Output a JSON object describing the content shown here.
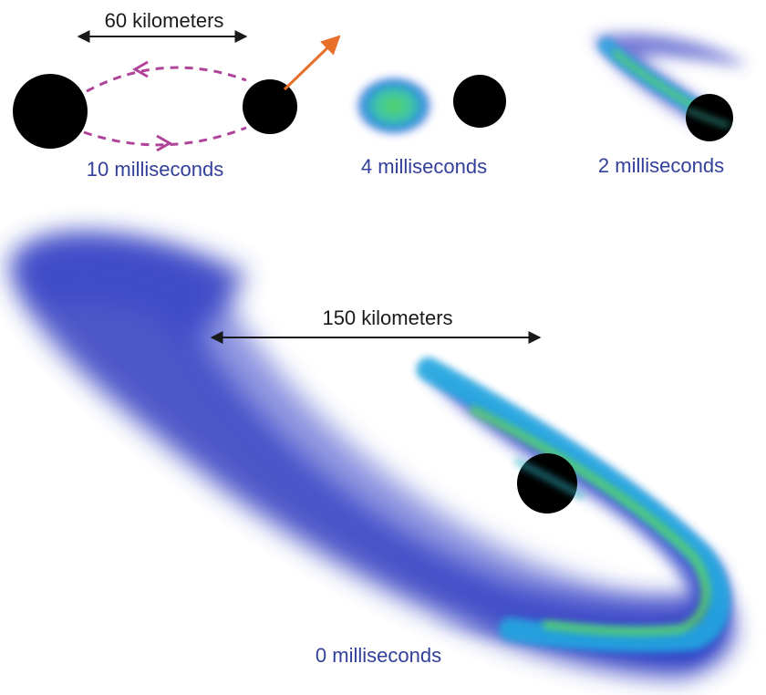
{
  "panels": {
    "panel_10ms": {
      "time_label": "10 milliseconds",
      "scale_label": "60 kilometers"
    },
    "panel_4ms": {
      "time_label": "4 milliseconds"
    },
    "panel_2ms": {
      "time_label": "2 milliseconds"
    },
    "panel_0ms": {
      "time_label": "0 milliseconds",
      "scale_label": "150 kilometers"
    }
  },
  "colors": {
    "label_text": "#33409a",
    "scale_text": "#1a1a1a",
    "black_hole": "#000000",
    "orbit_path": "#b0449a",
    "trajectory_arrow": "#e8702a",
    "disk_outer": "#3a3fbf",
    "disk_mid": "#2a9bd8",
    "disk_core": "#4fcf6a"
  }
}
